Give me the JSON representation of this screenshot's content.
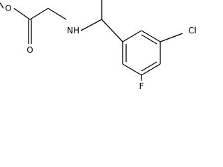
{
  "molecule": {
    "atoms": {
      "ether_oxygen": "O",
      "carbonyl_oxygen": "O",
      "amine": "NH",
      "chlorine": "Cl",
      "fluorine": "F"
    },
    "colors": {
      "bond": "#000000",
      "label": "#000000",
      "background": "#ffffff"
    }
  }
}
